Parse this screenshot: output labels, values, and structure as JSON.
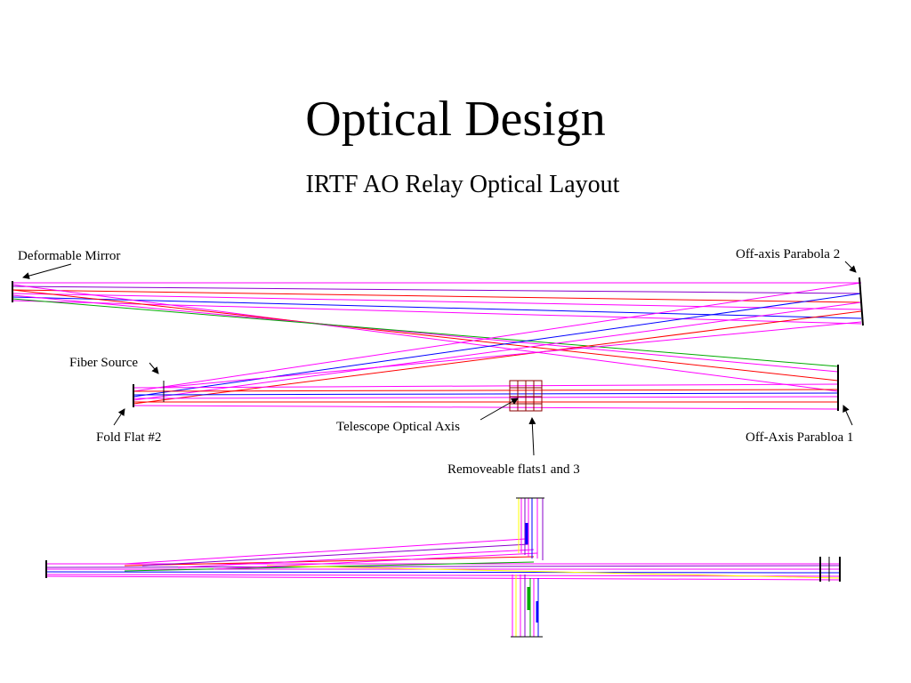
{
  "slide": {
    "title": "Optical Design",
    "subtitle": "IRTF AO Relay Optical Layout"
  },
  "labels": {
    "deformable_mirror": "Deformable Mirror",
    "off_axis_parabola_2": "Off-axis Parabola 2",
    "fiber_source": "Fiber Source",
    "fold_flat_2": "Fold Flat #2",
    "telescope_optical_axis": "Telescope Optical Axis",
    "off_axis_parabola_1": "Off-Axis Parabloa 1",
    "removeable_flats": "Removeable flats1 and 3"
  },
  "colors": {
    "ray_magenta": "#ff00ff",
    "ray_red": "#ff0000",
    "ray_blue": "#0000ff",
    "ray_green": "#00aa00",
    "ray_yellow": "#ffff00",
    "ray_purple": "#8800cc"
  }
}
